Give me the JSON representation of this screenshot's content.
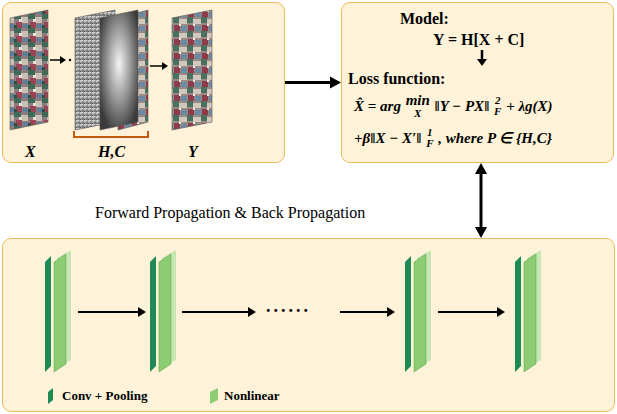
{
  "diagram": {
    "nodes": [
      {
        "text": [
          "X",
          "H,C",
          "Y"
        ]
      },
      {
        "text": [
          "Model:",
          "Y = H[X + C]",
          "Loss function:",
          "X̂ = arg",
          "min",
          "X",
          "‖Y − PX‖",
          "2",
          "F",
          "+ λg(X)",
          "+β‖X − X′‖",
          "1",
          "F",
          ", where P ∈ {H,C}"
        ]
      },
      {
        "text": []
      }
    ],
    "edges": [
      {
        "from": 0,
        "to": 1,
        "arrow": "to"
      },
      {
        "from": 1,
        "to": 2,
        "arrow": "both"
      }
    ],
    "labels": [
      "Forward Propagation & Back Propagation",
      "......"
    ],
    "legend": [
      {
        "text": "Conv + Pooling",
        "color": "#1e8a55"
      },
      {
        "text": "Nonlinear",
        "color": "#8ccc72"
      }
    ]
  }
}
